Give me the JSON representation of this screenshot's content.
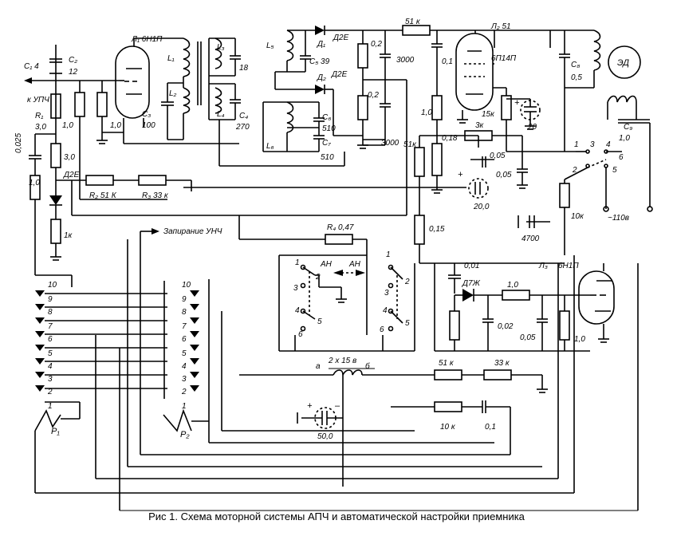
{
  "caption": "Рис 1. Схема моторной системы АПЧ и автоматической настройки приемника",
  "labels": {
    "c1": "C₁ 4",
    "c2": "C₂",
    "c2v": "12",
    "k_upch": "к УПЧ",
    "r1": "R₁",
    "r1v": "3,0",
    "v0025": "0,025",
    "v10a": "1,0",
    "v30b": "3,0",
    "v10b": "1,0",
    "v10c": "1,0",
    "d2e_a": "Д2Е",
    "r2": "R₂  51 К",
    "r3": "R₃  33 к",
    "v1k": "1к",
    "l1tube": "Л₁   6Н1П",
    "l1": "L₁",
    "l2": "L₂",
    "c3": "C₃",
    "c3v": "100",
    "l3": "L₃",
    "l4": "L₄",
    "v18": "18",
    "c4": "C₄",
    "c4v": "270",
    "l5": "L₅",
    "l6": "L₆",
    "c5": "C₅  39",
    "c6": "C₆",
    "c6v": "510",
    "c7": "C₇",
    "c7v": "510",
    "d1": "Д₁",
    "d2": "Д₂",
    "d2e_b": "Д2Е",
    "d2e_c": "Д2Е",
    "v02a": "0,2",
    "v02b": "0,2",
    "v3000a": "3000",
    "v3000b": "3000",
    "v51k_top": "51 к",
    "v01a": "0,1",
    "l2tube": "Л₂   51",
    "tube2": "6П14П",
    "c8": "C₈",
    "c8v": "0,5",
    "ed": "ЭД",
    "c9": "C₉",
    "c9v": "1,0",
    "v15k": "15к",
    "v20a": "20",
    "v10d": "1,0",
    "v51k_mid": "51к",
    "v018": "0,18",
    "v3k": "3к",
    "v005a": "0,05",
    "v005b": "0,05",
    "v200": "20,0",
    "v10k": "10к",
    "v110": "~110в",
    "v4700": "4700",
    "v015": "0,15",
    "s1": "1",
    "s2": "2",
    "s3": "3",
    "s4": "4",
    "s5": "5",
    "s6": "6",
    "zap": "Запирание УНЧ",
    "r4": "R₄ 0,47",
    "an1": "АН",
    "an2": "АН",
    "sw_a1": "1",
    "sw_a2": "2",
    "sw_a3": "3",
    "sw_a4": "4",
    "sw_a5": "5",
    "sw_a6": "6",
    "sw_b1": "1",
    "sw_b2": "2",
    "sw_b3": "3",
    "sw_b4": "4",
    "sw_b5": "5",
    "sw_b6": "6",
    "v001": "0,01",
    "d7zh": "Д7Ж",
    "l3tube": "Л₃",
    "tube3": "6Н1П",
    "v10e": "1,0",
    "v002": "0,02",
    "v005c": "0,05",
    "v10f": "1,0",
    "coil_a": "а",
    "coil_b": "б",
    "coil": "2 х 15 в",
    "v51k_bot": "51 к",
    "v33k": "33 к",
    "v10k_bot": "10 к",
    "v01b": "0,1",
    "v500": "50,0",
    "plus": "+",
    "minus": "–",
    "p1": "P₁",
    "p2": "P₂",
    "plus_b": "+",
    "plus_c": "+",
    "c10": "10",
    "c9n": "9",
    "c8n": "8",
    "c7n": "7",
    "c6n": "6",
    "c5n": "5",
    "c4n": "4",
    "c3n": "3",
    "c2n": "2",
    "c1n": "1"
  }
}
